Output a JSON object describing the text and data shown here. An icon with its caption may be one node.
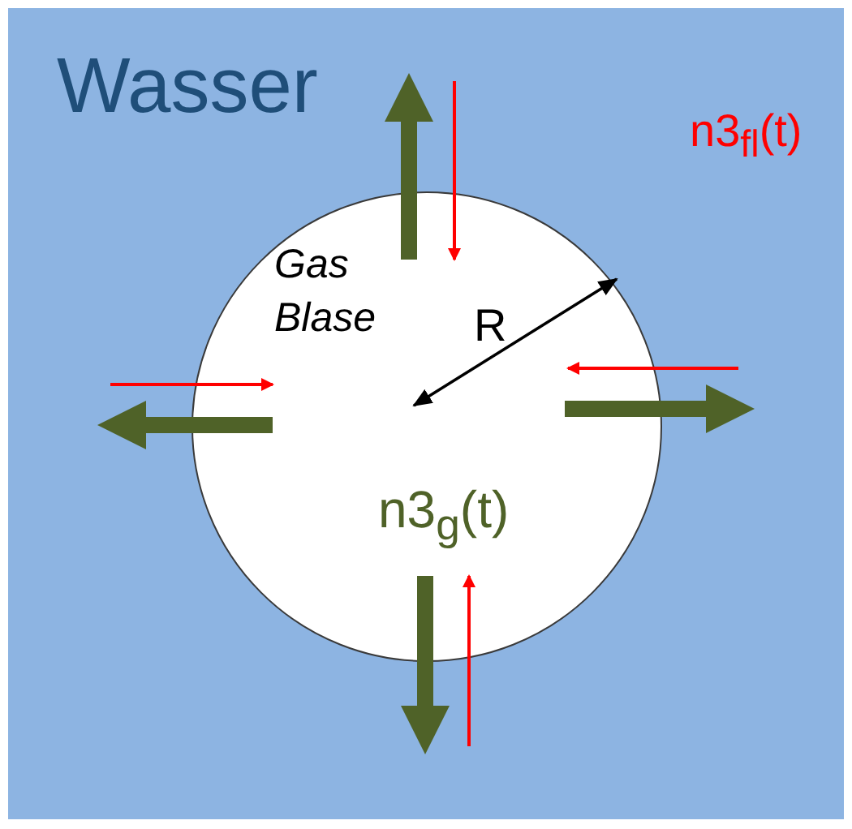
{
  "diagram": {
    "nodes": [
      {
        "text": [
          "Wasser",
          "n3$_{fl}$(t)"
        ]
      },
      {
        "text": [
          "Gas Blase",
          "n3$_{g}$(t)"
        ],
        "in": 0
      }
    ],
    "labels": [
      "R"
    ]
  }
}
